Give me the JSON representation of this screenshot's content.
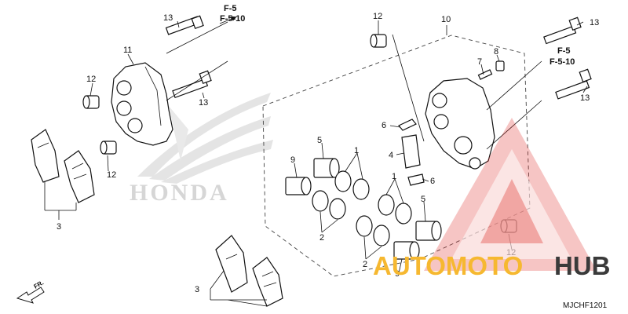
{
  "diagram": {
    "code": "MJCHF1201",
    "front_label": "FR.",
    "references": {
      "left": [
        "F-5",
        "F-5-10"
      ],
      "right": [
        "F-5",
        "F-5-10"
      ]
    },
    "callouts": {
      "c1a": "1",
      "c1b": "1",
      "c2a": "2",
      "c2b": "2",
      "c3a": "3",
      "c3b": "3",
      "c4": "4",
      "c5a": "5",
      "c5b": "5",
      "c6a": "6",
      "c6b": "6",
      "c7": "7",
      "c8": "8",
      "c9a": "9",
      "c9b": "9",
      "c10": "10",
      "c11": "11",
      "c12a": "12",
      "c12b": "12",
      "c12c": "12",
      "c12d": "12",
      "c13a": "13",
      "c13b": "13",
      "c13c": "13",
      "c13d": "13"
    }
  },
  "watermarks": {
    "honda": "HONDA",
    "brand_part1": "AUTOMOTO",
    "brand_part2": "HUB",
    "brand_color_primary": "#f6b830",
    "brand_color_secondary": "#3a3a3a",
    "triangle_color": "#e0302c"
  }
}
